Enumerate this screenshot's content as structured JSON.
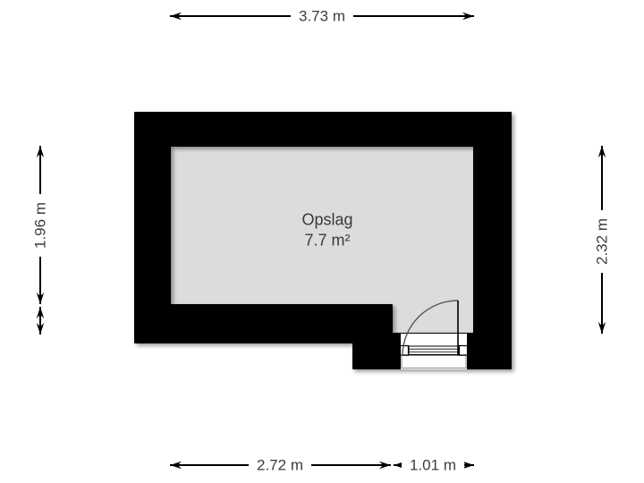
{
  "plan": {
    "room": {
      "name": "Opslag",
      "area": "7.7 m²"
    },
    "dimensions": {
      "top": "3.73 m",
      "left": "1.96 m",
      "right": "2.32 m",
      "bottom_left": "2.72 m",
      "bottom_right": "1.01 m"
    },
    "colors": {
      "wall": "#000000",
      "floor": "#dcdcdc",
      "label_text": "#3c3c3c",
      "label_background": "#ffffff",
      "door_line": "#555555",
      "background": "#ffffff"
    }
  }
}
